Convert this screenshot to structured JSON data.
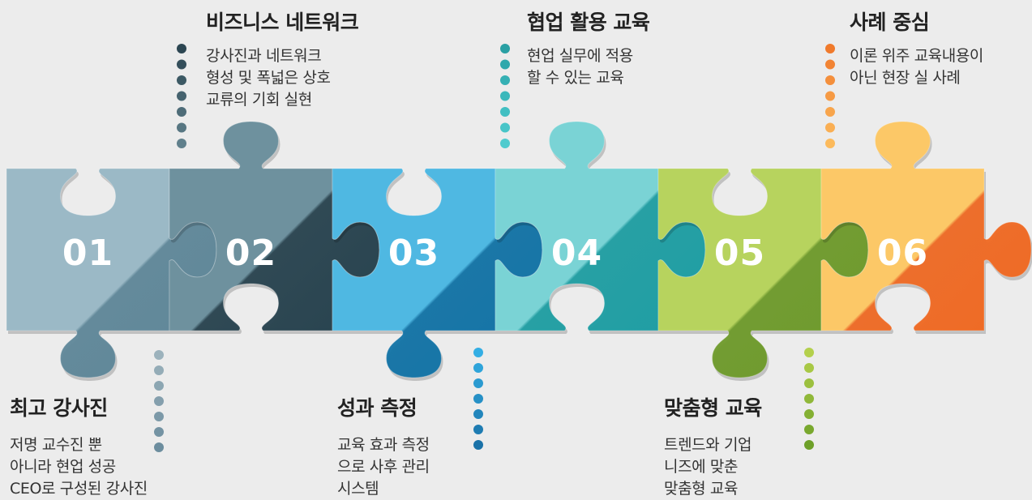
{
  "pieces": [
    {
      "number": "01",
      "title": "최고 강사진",
      "lines": [
        "저명 교수진 뿐",
        "아니라 현업 성공",
        "CEO로 구성된 강사진"
      ],
      "color_light": "#9bb9c6",
      "color_dark": "#5f8799",
      "dot_colors": [
        "#9cb2bc",
        "#94acb7",
        "#8ca6b2",
        "#849fad",
        "#7c99a8",
        "#7493a3",
        "#6c8d9e"
      ]
    },
    {
      "number": "02",
      "title": "비즈니스 네트워크",
      "lines": [
        "강사진과 네트워크",
        "형성 및 폭넓은 상호",
        "교류의 기회 실현"
      ],
      "color_light": "#6e919e",
      "color_dark": "#28434f",
      "dot_colors": [
        "#2c4652",
        "#344f5b",
        "#3c5964",
        "#45626e",
        "#4e6c78",
        "#577682",
        "#60808c"
      ]
    },
    {
      "number": "03",
      "title": "성과 측정",
      "lines": [
        "교육 효과 측정",
        "으로 사후 관리",
        "시스템"
      ],
      "color_light": "#4fb8e2",
      "color_dark": "#1273a6",
      "dot_colors": [
        "#33aee4",
        "#2ea4da",
        "#2a9ad0",
        "#2690c6",
        "#2286bc",
        "#1e7cb2",
        "#1a72a8"
      ]
    },
    {
      "number": "04",
      "title": "협업 활용 교육",
      "lines": [
        "현업 실무에 적용",
        "할 수 있는 교육"
      ],
      "color_light": "#7ad3d5",
      "color_dark": "#1f9ea3",
      "dot_colors": [
        "#2aa0a4",
        "#2fa8ac",
        "#35b0b4",
        "#3bb8bb",
        "#41bfc2",
        "#48c5c8",
        "#50cbce"
      ]
    },
    {
      "number": "05",
      "title": "맞춤형 교육",
      "lines": [
        "트렌드와 기업",
        "니즈에 맞춘",
        "맞춤형 교육"
      ],
      "color_light": "#b7d35e",
      "color_dark": "#6e9a2b",
      "dot_colors": [
        "#b4d04c",
        "#a8c845",
        "#9cc03f",
        "#90b839",
        "#84b033",
        "#79a82e",
        "#6ea029"
      ]
    },
    {
      "number": "06",
      "title": "사례 중심",
      "lines": [
        "이론 위주 교육내용이",
        "아닌 현장 실 사례"
      ],
      "color_light": "#fcc867",
      "color_dark": "#ef6a24",
      "dot_colors": [
        "#f07a2c",
        "#f28434",
        "#f48f3c",
        "#f69a44",
        "#f8a54c",
        "#faaf54",
        "#fcba5c"
      ]
    }
  ]
}
